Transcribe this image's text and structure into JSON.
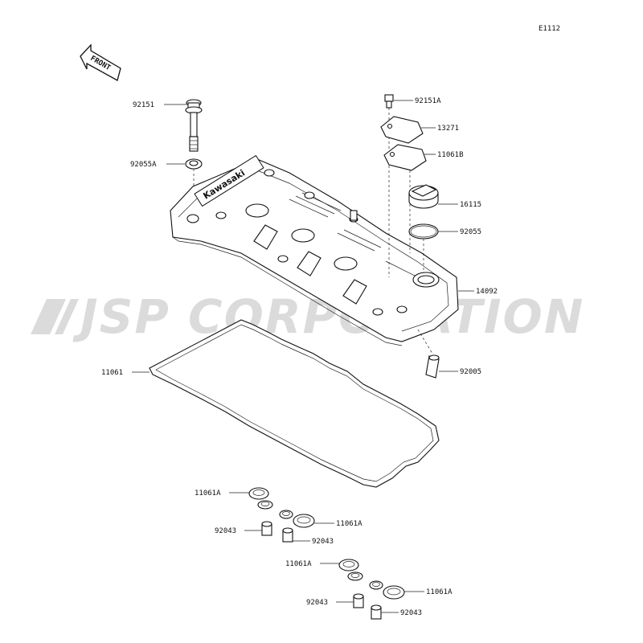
{
  "diagram_code": "E1112",
  "front_label": "FRONT",
  "watermark": "JSP CORPORATION",
  "cover_logo": "Kawasaki",
  "callouts": {
    "p92151": "92151",
    "p92055A": "92055A",
    "p92151A": "92151A",
    "p13271": "13271",
    "p11061B": "11061B",
    "p16115": "16115",
    "p92055": "92055",
    "p14092": "14092",
    "p11061": "11061",
    "p92005": "92005",
    "p11061A_1": "11061A",
    "p92043_1": "92043",
    "p11061A_2": "11061A",
    "p92043_2": "92043",
    "p11061A_3": "11061A",
    "p92043_3": "92043",
    "p11061A_4": "11061A",
    "p92043_4": "92043"
  }
}
